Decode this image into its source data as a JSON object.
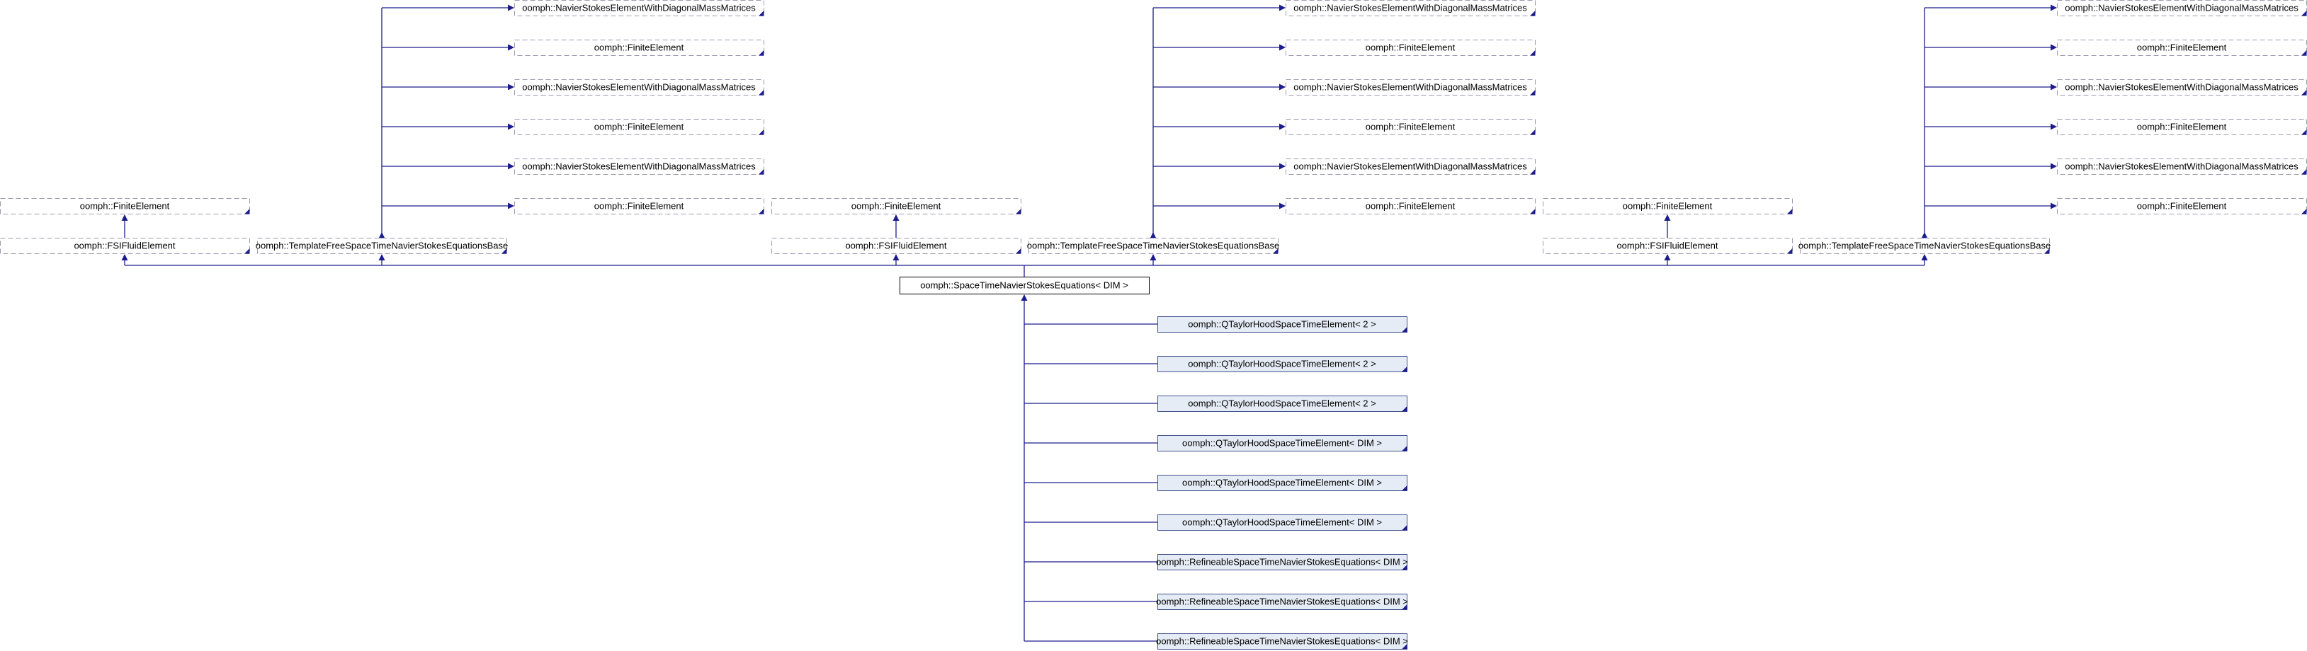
{
  "labels": {
    "finite_element": "oomph::FiniteElement",
    "ns_diag": "oomph::NavierStokesElementWithDiagonalMassMatrices",
    "fsi_fluid": "oomph::FSIFluidElement",
    "template_free": "oomph::TemplateFreeSpaceTimeNavierStokesEquationsBase",
    "main": "oomph::SpaceTimeNavierStokesEquations< DIM >",
    "qth_2": "oomph::QTaylorHoodSpaceTimeElement< 2 >",
    "qth_dim": "oomph::QTaylorHoodSpaceTimeElement< DIM >",
    "refineable": "oomph::RefineableSpaceTimeNavierStokesEquations< DIM >"
  },
  "groups": [
    {
      "fsi": {
        "label_key": "fsi_fluid",
        "parent_key": "finite_element"
      },
      "template": {
        "label_key": "template_free",
        "parents": [
          "ns_diag",
          "finite_element",
          "ns_diag",
          "finite_element",
          "ns_diag",
          "finite_element"
        ]
      }
    },
    {
      "fsi": {
        "label_key": "fsi_fluid",
        "parent_key": "finite_element"
      },
      "template": {
        "label_key": "template_free",
        "parents": [
          "ns_diag",
          "finite_element",
          "ns_diag",
          "finite_element",
          "ns_diag",
          "finite_element"
        ]
      }
    },
    {
      "fsi": {
        "label_key": "fsi_fluid",
        "parent_key": "finite_element"
      },
      "template": {
        "label_key": "template_free",
        "parents": [
          "ns_diag",
          "finite_element",
          "ns_diag",
          "finite_element",
          "ns_diag",
          "finite_element"
        ]
      }
    }
  ],
  "main_node": {
    "label_key": "main"
  },
  "children": [
    "qth_2",
    "qth_2",
    "qth_2",
    "qth_dim",
    "qth_dim",
    "qth_dim",
    "refineable",
    "refineable",
    "refineable"
  ],
  "colors": {
    "edge": "#1c1c8c",
    "child_fill": "#e6ecf5",
    "dashed_border": "#9a9ab0"
  }
}
